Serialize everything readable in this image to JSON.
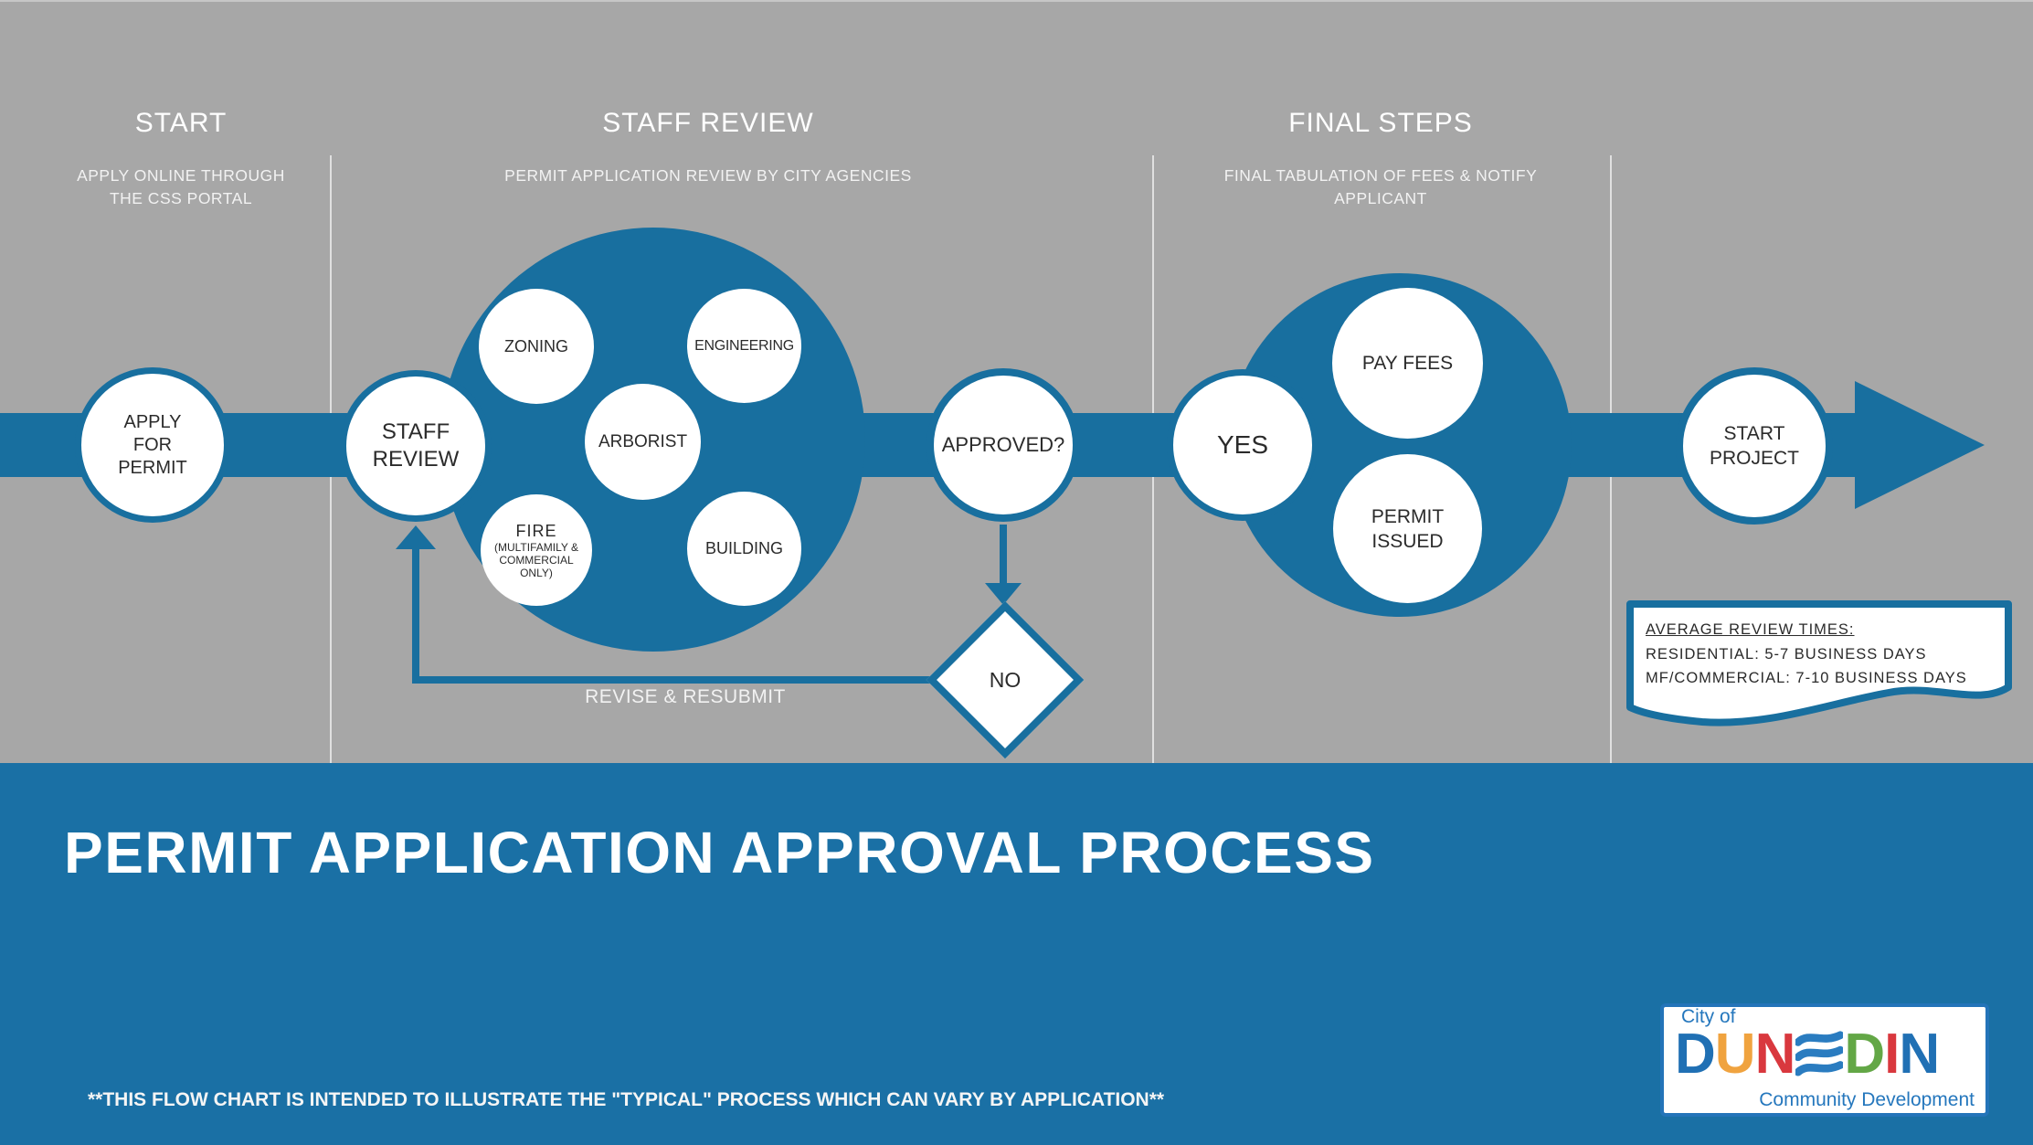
{
  "palette": {
    "background_gray": "#a7a7a7",
    "flow_blue": "#186f9f",
    "banner_blue": "#1a70a5",
    "node_text": "#2b2b2b"
  },
  "columns": [
    {
      "title": "START",
      "subtitle": "APPLY ONLINE THROUGH\nTHE CSS PORTAL"
    },
    {
      "title": "STAFF REVIEW",
      "subtitle": "PERMIT APPLICATION REVIEW BY CITY AGENCIES"
    },
    {
      "title": "FINAL STEPS",
      "subtitle": "FINAL TABULATION OF FEES & NOTIFY\nAPPLICANT"
    }
  ],
  "nodes": {
    "apply": "APPLY\nFOR\nPERMIT",
    "staff_review": "STAFF\nREVIEW",
    "zoning": "ZONING",
    "engineering": "ENGINEERING",
    "arborist": "ARBORIST",
    "fire": "FIRE",
    "fire_sub": "(MULTIFAMILY &\nCOMMERCIAL\nONLY)",
    "building": "BUILDING",
    "approved": "APPROVED?",
    "no": "NO",
    "revise": "REVISE & RESUBMIT",
    "yes": "YES",
    "pay_fees": "PAY FEES",
    "permit_issued": "PERMIT\nISSUED",
    "start_project": "START\nPROJECT"
  },
  "note": {
    "title": "AVERAGE REVIEW TIMES:",
    "line1": "RESIDENTIAL: 5-7 BUSINESS DAYS",
    "line2": "MF/COMMERCIAL: 7-10 BUSINESS DAYS"
  },
  "banner": {
    "title": "PERMIT APPLICATION APPROVAL PROCESS",
    "footnote": "**THIS FLOW CHART IS INTENDED TO ILLUSTRATE THE \"TYPICAL\" PROCESS WHICH CAN VARY BY APPLICATION**"
  },
  "logo": {
    "city_of": "City of",
    "letters_left": [
      "D",
      "U",
      "N"
    ],
    "letters_right": [
      "D",
      "I",
      "N"
    ],
    "tagline": "Community Development",
    "colors": {
      "blue": "#2070b4",
      "orange": "#f0a33f",
      "red": "#d9383e",
      "green": "#63a746",
      "wave": "#2a7cc0",
      "text": "#2577bd"
    }
  }
}
